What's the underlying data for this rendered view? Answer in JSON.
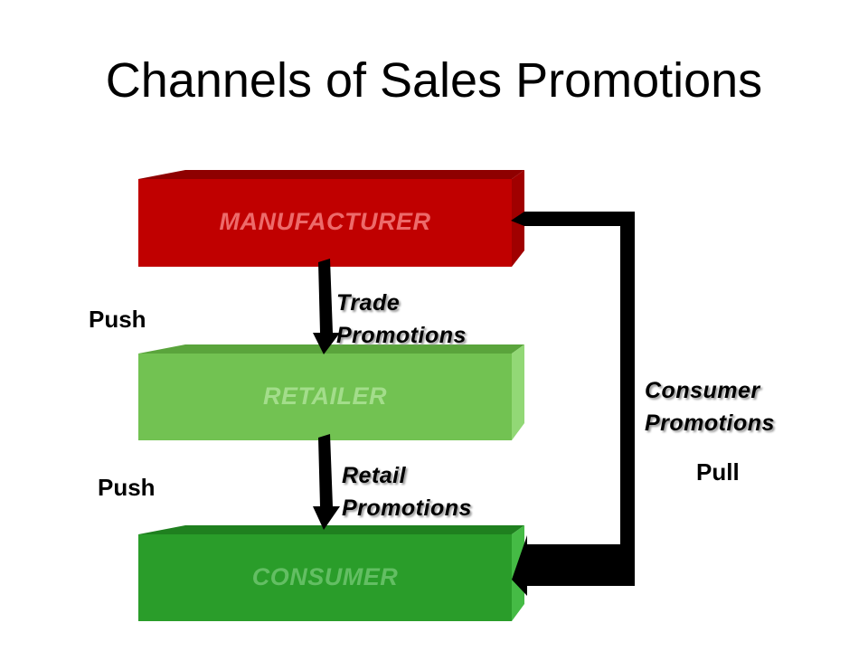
{
  "title": "Channels of Sales Promotions",
  "blocks": {
    "manufacturer": "MANUFACTURER",
    "retailer": "RETAILER",
    "consumer": "CONSUMER"
  },
  "push_top": "Push",
  "push_bottom": "Push",
  "trade": {
    "line1": "Trade",
    "line2": "Promotions"
  },
  "retail": {
    "line1": "Retail",
    "line2": "Promotions"
  },
  "consumer_promo": {
    "line1": "Consumer",
    "line2": "Promotions"
  },
  "pull": "Pull",
  "colors": {
    "manufacturer": "#c00000",
    "retailer": "#70c050",
    "consumer": "#279b27"
  }
}
